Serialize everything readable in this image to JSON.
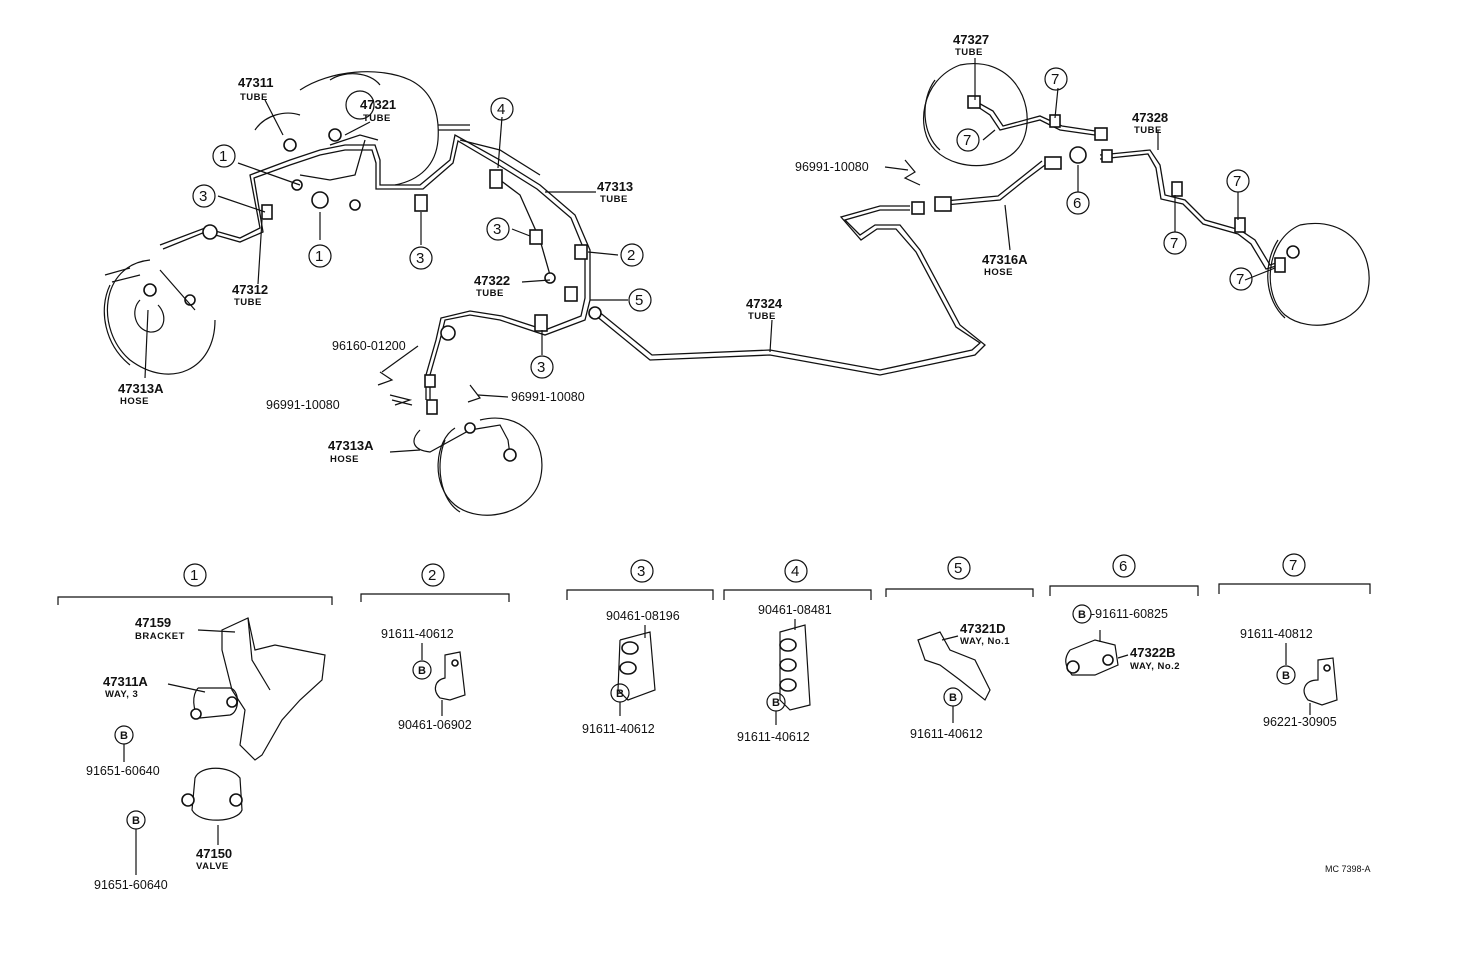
{
  "diagram": {
    "labels": {
      "p47311": "47311",
      "p47311_sub": "TUBE",
      "p47321": "47321",
      "p47321_sub": "TUBE",
      "p47312": "47312",
      "p47312_sub": "TUBE",
      "p47313": "47313",
      "p47313_sub": "TUBE",
      "p47322": "47322",
      "p47322_sub": "TUBE",
      "p47324": "47324",
      "p47324_sub": "TUBE",
      "p47313A_l": "47313A",
      "p47313A_l_sub": "HOSE",
      "p47313A_c": "47313A",
      "p47313A_c_sub": "HOSE",
      "p47327": "47327",
      "p47327_sub": "TUBE",
      "p47328": "47328",
      "p47328_sub": "TUBE",
      "p47316A": "47316A",
      "p47316A_sub": "HOSE",
      "p96991_r": "96991-10080",
      "p96160": "96160-01200",
      "p96991_cl": "96991-10080",
      "p96991_cr": "96991-10080"
    },
    "callouts": [
      "1",
      "2",
      "3",
      "4",
      "5",
      "6",
      "7"
    ],
    "details": {
      "d1": {
        "num": "1",
        "p47159": "47159",
        "p47159_sub": "BRACKET",
        "p47311A": "47311A",
        "p47311A_sub": "WAY, 3",
        "b1": "B",
        "bolt1": "91651-60640",
        "b2": "B",
        "bolt2": "91651-60640",
        "p47150": "47150",
        "p47150_sub": "VALVE"
      },
      "d2": {
        "num": "2",
        "top": "91611-40612",
        "b": "B",
        "bottom": "90461-06902"
      },
      "d3": {
        "num": "3",
        "top": "90461-08196",
        "b": "B",
        "bottom": "91611-40612"
      },
      "d4": {
        "num": "4",
        "top": "90461-08481",
        "b": "B",
        "bottom": "91611-40612"
      },
      "d5": {
        "num": "5",
        "part": "47321D",
        "part_sub": "WAY, No.1",
        "b": "B",
        "bottom": "91611-40612"
      },
      "d6": {
        "num": "6",
        "b": "B",
        "bolt": "-91611-60825",
        "part": "47322B",
        "part_sub": "WAY, No.2"
      },
      "d7": {
        "num": "7",
        "top": "91611-40812",
        "b": "B",
        "bottom": "96221-30905"
      }
    },
    "code": "MC 7398-A"
  }
}
